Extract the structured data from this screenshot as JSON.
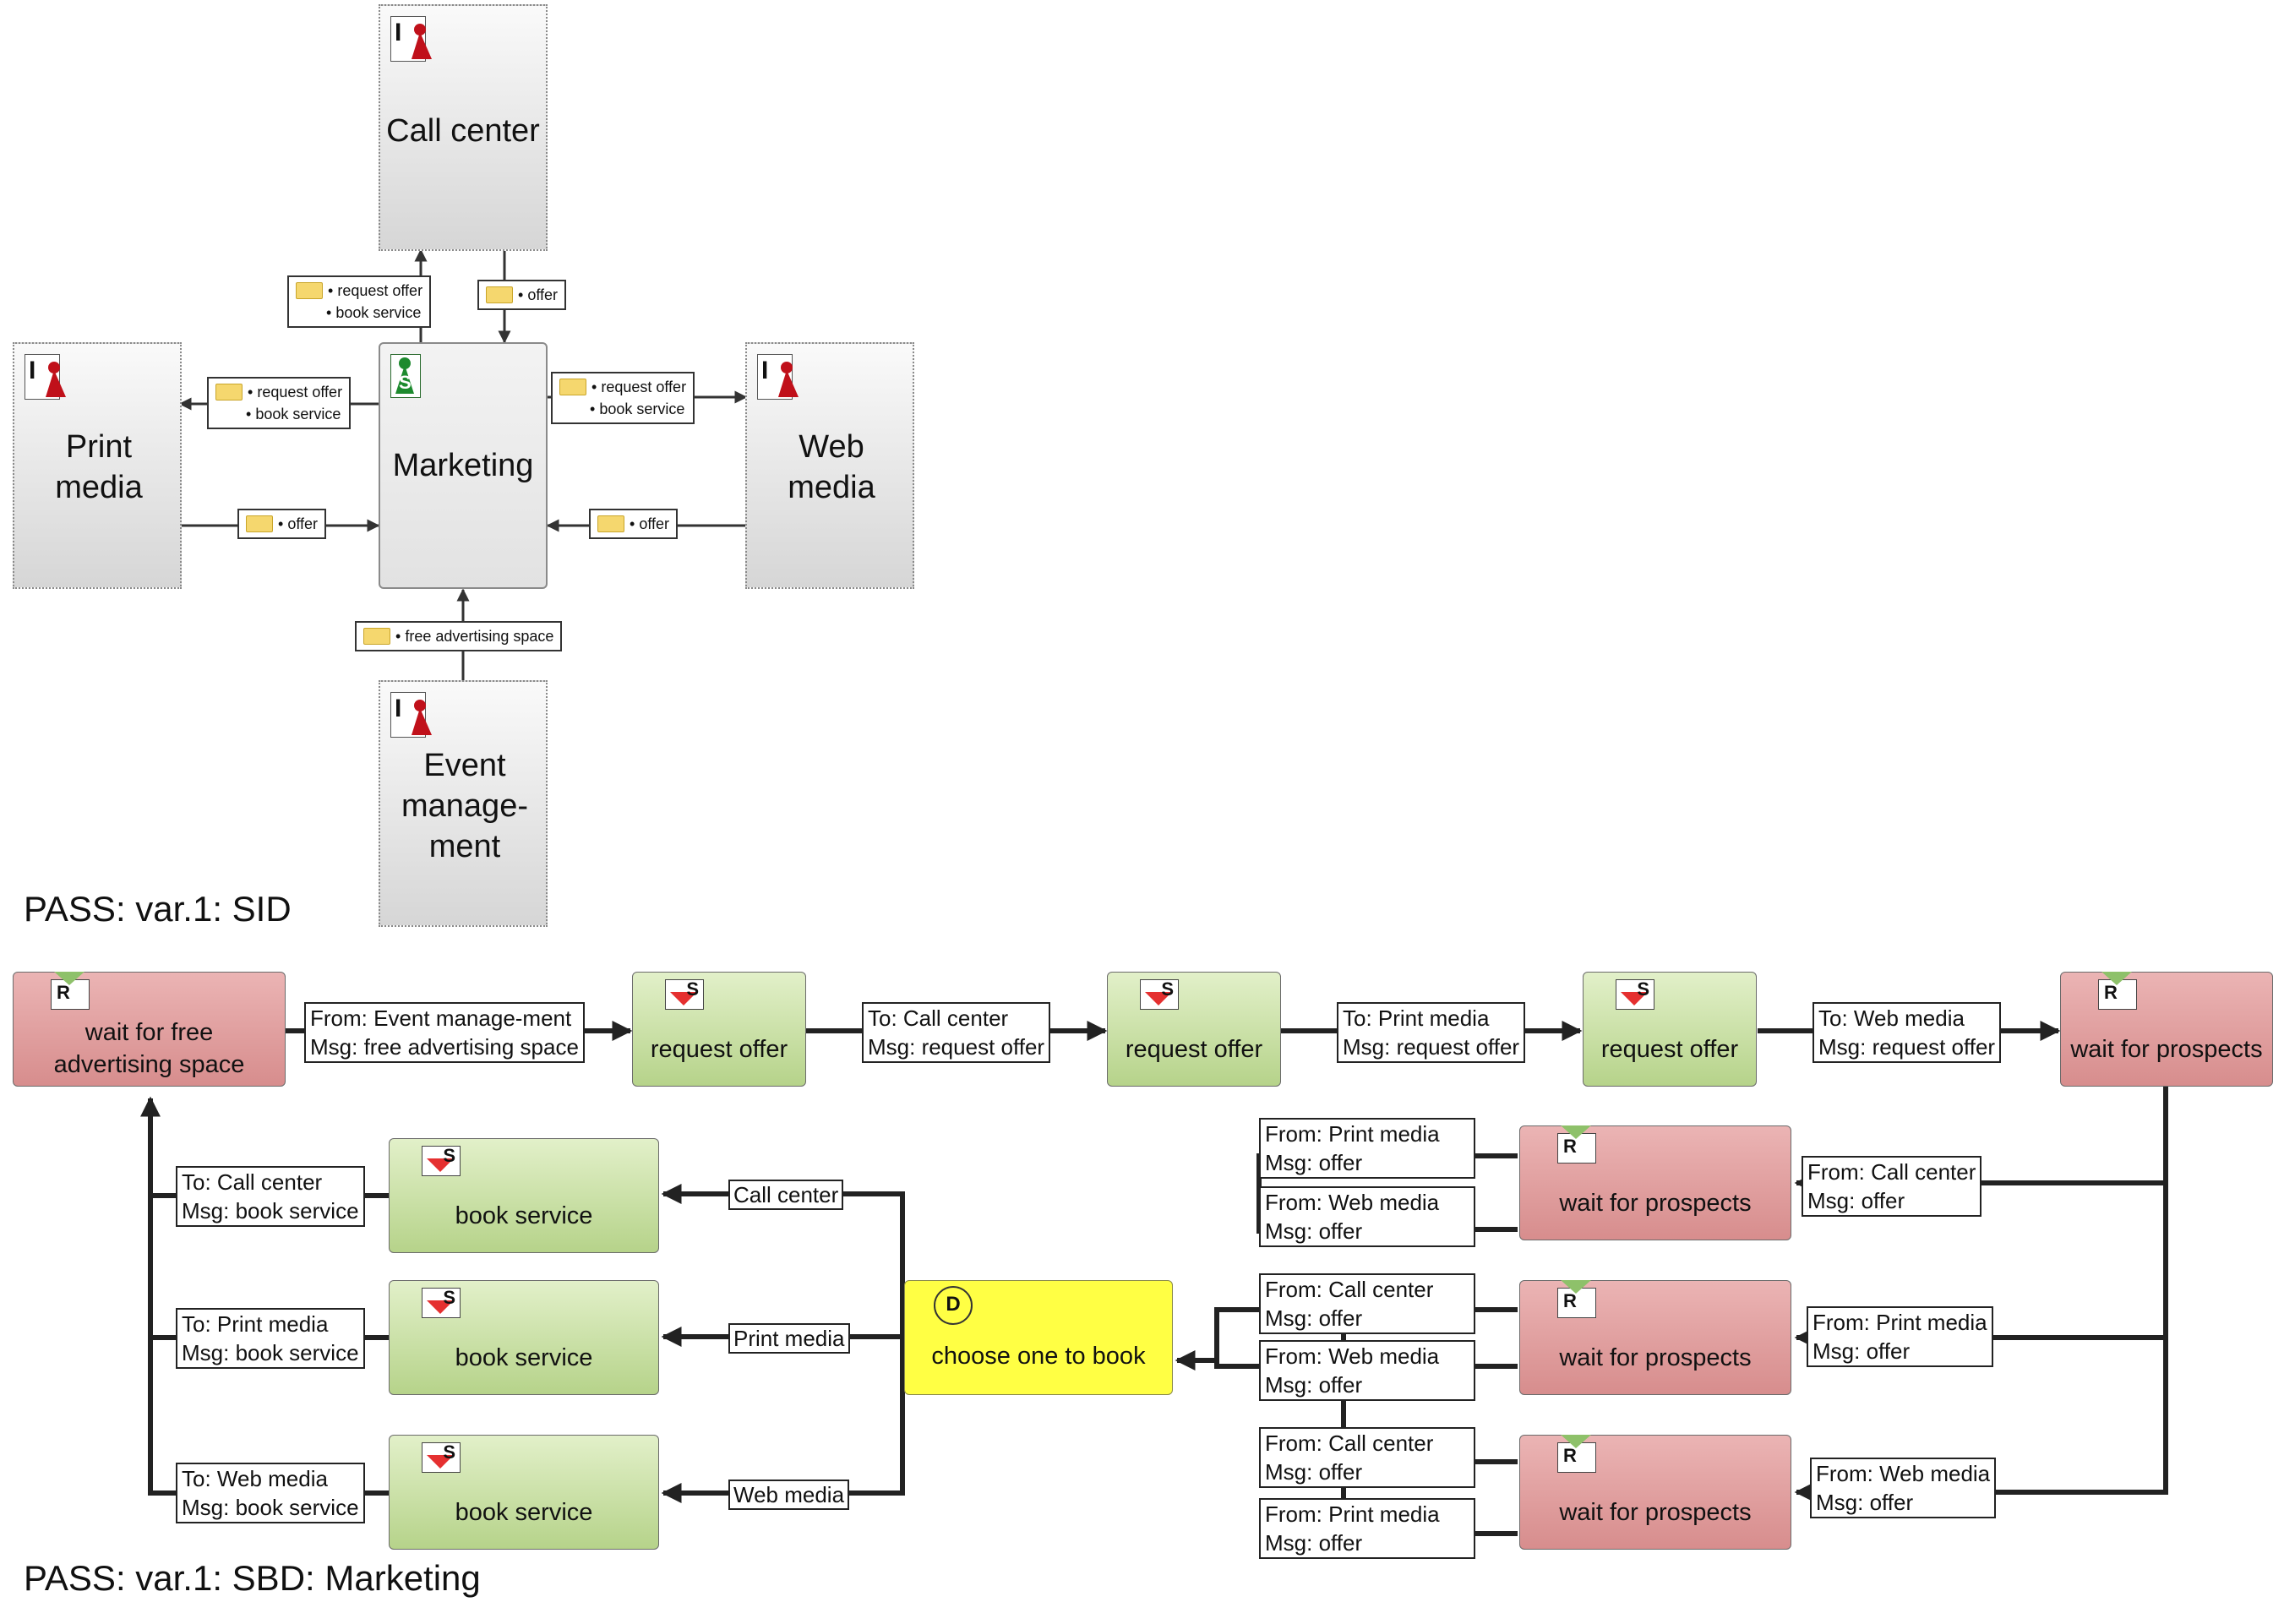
{
  "sid": {
    "caption": "PASS: var.1: SID",
    "subjects": {
      "call_center": "Call center",
      "print_media": "Print media",
      "web_media": "Web media",
      "marketing": "Marketing",
      "event_management": "Event manage-ment"
    },
    "badges": {
      "interface_letter": "I",
      "start_letter": "S"
    },
    "messages": {
      "to_call_center": [
        "request offer",
        "book service"
      ],
      "from_call_center": [
        "offer"
      ],
      "to_print_media": [
        "request offer",
        "book service"
      ],
      "from_print_media": [
        "offer"
      ],
      "to_web_media": [
        "request offer",
        "book service"
      ],
      "from_web_media": [
        "offer"
      ],
      "from_event_management": [
        "free advertising space"
      ]
    },
    "bullet": "•"
  },
  "sbd": {
    "caption": "PASS: var.1: SBD: Marketing",
    "badge_letters": {
      "receive": "R",
      "send": "S",
      "decision": "D"
    },
    "states": {
      "wait_free_space": "wait for free advertising space",
      "request_offer_1": "request offer",
      "request_offer_2": "request offer",
      "request_offer_3": "request offer",
      "wait_prospects_top": "wait for prospects",
      "wait_prospects_1": "wait for prospects",
      "wait_prospects_2": "wait for prospects",
      "wait_prospects_3": "wait for prospects",
      "choose": "choose one to book",
      "book_1": "book service",
      "book_2": "book service",
      "book_3": "book service"
    },
    "transitions": {
      "t_event": [
        "From: Event manage-ment",
        "Msg: free advertising space"
      ],
      "t_req_cc": [
        "To: Call center",
        "Msg: request offer"
      ],
      "t_req_pm": [
        "To: Print media",
        "Msg: request offer"
      ],
      "t_req_wm": [
        "To: Web media",
        "Msg: request offer"
      ],
      "t_cc_offer": [
        "From: Call center",
        "Msg: offer"
      ],
      "t_pm_offer": [
        "From: Print media",
        "Msg: offer"
      ],
      "t_wm_offer": [
        "From: Web media",
        "Msg: offer"
      ],
      "t_w1_pm": [
        "From: Print media",
        "Msg: offer"
      ],
      "t_w1_wm": [
        "From: Web media",
        "Msg: offer"
      ],
      "t_w2_cc": [
        "From: Call center",
        "Msg: offer"
      ],
      "t_w2_wm": [
        "From: Web media",
        "Msg: offer"
      ],
      "t_w3_cc": [
        "From: Call center",
        "Msg: offer"
      ],
      "t_w3_pm": [
        "From: Print media",
        "Msg: offer"
      ],
      "t_book_cc": [
        "To: Call center",
        "Msg: book service"
      ],
      "t_book_pm": [
        "To: Print media",
        "Msg: book service"
      ],
      "t_book_wm": [
        "To: Web media",
        "Msg: book service"
      ],
      "choice_cc": "Call center",
      "choice_pm": "Print media",
      "choice_wm": "Web media"
    }
  },
  "colors": {
    "receive_state": "#dea0a0",
    "send_state": "#c9e2a3",
    "decision_state": "#ffff44",
    "subject_fill": "#e4e4e4",
    "message_envelope": "#f5d76e",
    "interface_pawn": "#c0101a",
    "start_pawn": "#1d8a2e"
  },
  "icons": [
    "interface-subject-icon",
    "start-subject-icon",
    "message-envelope-icon",
    "receive-state-icon",
    "send-state-icon",
    "decision-icon"
  ]
}
